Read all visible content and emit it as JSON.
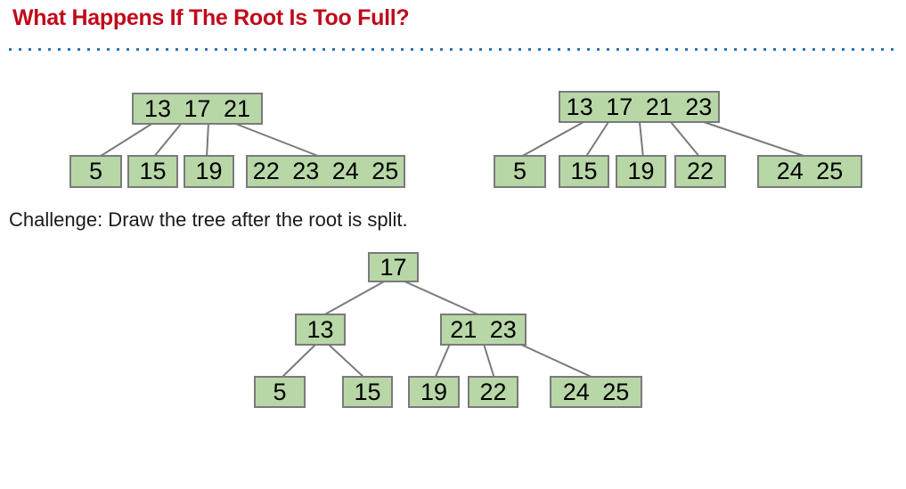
{
  "title": "What Happens If The Root Is Too Full?",
  "challenge_text": "Challenge: Draw the tree after the root is split.",
  "colors": {
    "title": "#c00a1a",
    "dotted_rule": "#2e75b6",
    "node_fill": "#b8d7a7",
    "node_border": "#7a7a7a",
    "connector": "#7a7a7a",
    "body_text": "#1a1a1a"
  },
  "trees": {
    "before": {
      "root": "13 17 21",
      "children": [
        "5",
        "15",
        "19",
        "22 23 24 25"
      ]
    },
    "overfull": {
      "root": "13 17 21 23",
      "children": [
        "5",
        "15",
        "19",
        "22",
        "24 25"
      ]
    },
    "after_split": {
      "root": "17",
      "internal": [
        "13",
        "21 23"
      ],
      "leaves": [
        "5",
        "15",
        "19",
        "22",
        "24 25"
      ]
    }
  }
}
